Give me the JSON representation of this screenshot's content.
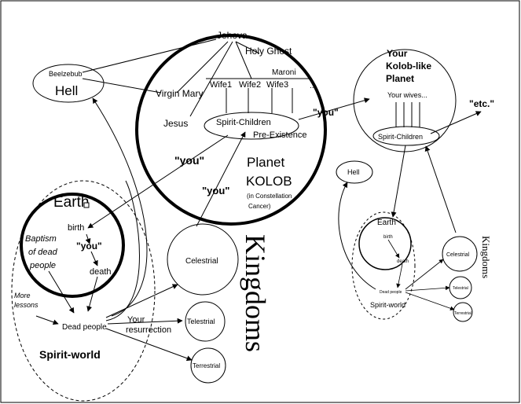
{
  "labels": {
    "jehova": "Jehova",
    "holy_ghost": "Holy Ghost",
    "maroni": "Maroni",
    "ellipsis": "...",
    "beelzebub": "Beelzebub",
    "hell": "Hell",
    "virgin_mary": "Virgin Mary",
    "jesus": "Jesus",
    "wife1": "Wife1",
    "wife2": "Wife2",
    "wife3": "Wife3",
    "spirit_children": "Spirit-Children",
    "pre_existence": "Pre-Existence",
    "you_quote": "\"you\"",
    "planet": "Planet",
    "kolob": "KOLOB",
    "in_constellation": "(in Constellation",
    "cancer": "Cancer)",
    "earth": "Earth",
    "birth": "birth",
    "death": "death",
    "baptism_1": "Baptism",
    "baptism_2": "of dead",
    "baptism_3": "people",
    "more_1": "More",
    "more_2": "lessons",
    "dead_people": "Dead people",
    "spirit_world": "Spirit-world",
    "your": "Your",
    "resurrection": "resurrection",
    "celestrial": "Celestrial",
    "telestrial": "Telestrial",
    "terrestrial": "Terrestrial",
    "kingdoms": "Kingdoms",
    "your_kolob_1": "Your",
    "your_kolob_2": "Kolob-like",
    "your_kolob_3": "Planet",
    "your_wives": "Your wives...",
    "etc": "\"etc.\"",
    "small_dead_people": "Dead people"
  }
}
